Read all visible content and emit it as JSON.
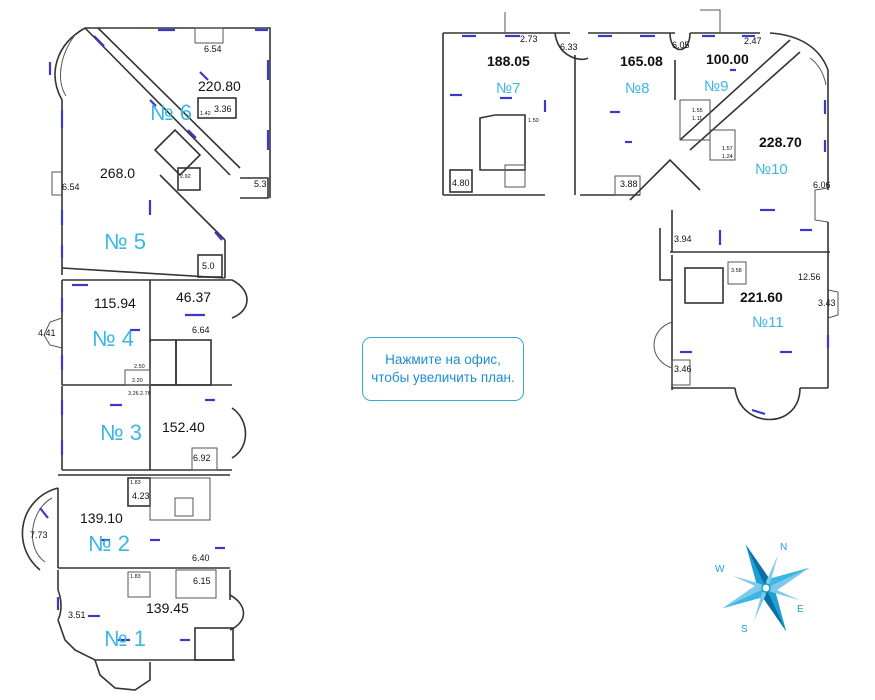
{
  "hint": {
    "line1": "Нажмите на офис,",
    "line2": "чтобы увеличить план."
  },
  "offices": [
    {
      "key": "o1",
      "number": "№ 1",
      "area": "139.45"
    },
    {
      "key": "o2",
      "number": "№ 2",
      "area": "139.10"
    },
    {
      "key": "o3",
      "number": "№ 3",
      "area": "152.40"
    },
    {
      "key": "o4",
      "number": "№ 4",
      "area": "115.94"
    },
    {
      "key": "o5",
      "number": "№ 5",
      "area": "268.0"
    },
    {
      "key": "o6",
      "number": "№ 6",
      "area": "220.80"
    },
    {
      "key": "o7",
      "number": "№7",
      "area": "188.05"
    },
    {
      "key": "o8",
      "number": "№8",
      "area": "165.08"
    },
    {
      "key": "o9",
      "number": "№9",
      "area": "100.00"
    },
    {
      "key": "o10",
      "number": "№10",
      "area": "228.70"
    },
    {
      "key": "o11",
      "number": "№11",
      "area": "221.60"
    }
  ],
  "rooms": [
    "6.54",
    "3.36",
    "6.54",
    "5.3",
    "5.0",
    "46.37",
    "4.41",
    "6.64",
    "6.92",
    "4.23",
    "7.73",
    "6.40",
    "6.15",
    "3.51",
    "2.73",
    "6.33",
    "6.05",
    "2.47",
    "4.80",
    "3.88",
    "6.06",
    "3.94",
    "12.56",
    "3.43",
    "3.46",
    "1.50",
    "1.83",
    "1.83"
  ],
  "tiny": [
    "2.20",
    "2.50",
    "3.26",
    "2.76",
    "3.58",
    "1.42",
    "2.92",
    "1.55",
    "1.11",
    "1.57",
    "1.24"
  ],
  "compass": {
    "n": "N",
    "e": "E",
    "s": "S",
    "w": "W"
  },
  "colors": {
    "office_number": "#3ab7e4",
    "window": "#3b39c9",
    "compass": "#1f9fd4",
    "hint_border": "#3aa6d8"
  }
}
